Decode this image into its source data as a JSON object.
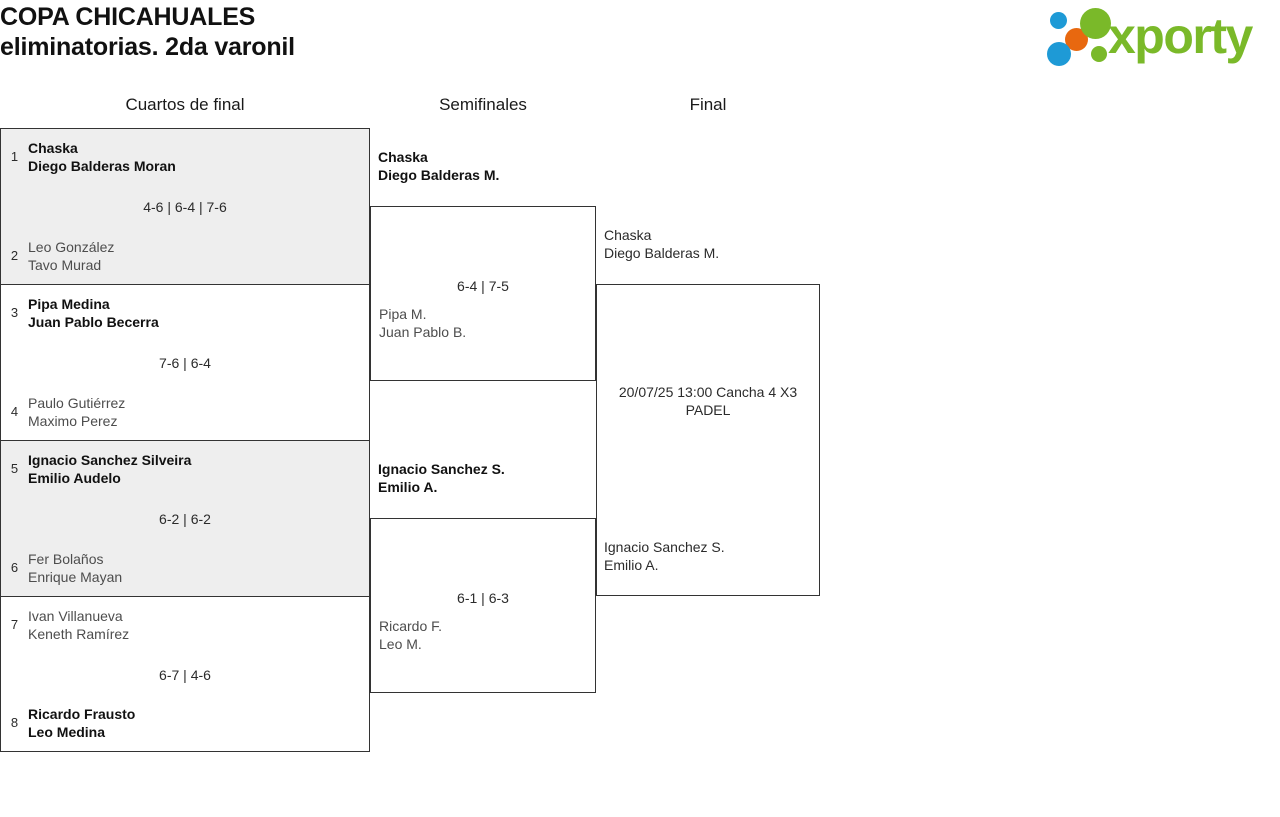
{
  "header": {
    "title_line1": "COPA CHICAHUALES",
    "title_line2": "eliminatorias. 2da varonil",
    "logo_text": "xporty",
    "logo_colors": {
      "green": "#7ab929",
      "blue": "#1e9ad6",
      "orange": "#e8680f"
    }
  },
  "rounds": [
    {
      "label": "Cuartos de final"
    },
    {
      "label": "Semifinales"
    },
    {
      "label": "Final"
    }
  ],
  "quarterfinals": [
    {
      "score": "4-6 | 6-4 | 7-6",
      "top": {
        "seed": "1",
        "player1": "Chaska",
        "player2": "Diego Balderas Moran",
        "winner": true
      },
      "bottom": {
        "seed": "2",
        "player1": "Leo González",
        "player2": "Tavo Murad",
        "winner": false
      }
    },
    {
      "score": "7-6 | 6-4",
      "top": {
        "seed": "3",
        "player1": "Pipa Medina",
        "player2": "Juan Pablo Becerra",
        "winner": true
      },
      "bottom": {
        "seed": "4",
        "player1": "Paulo Gutiérrez",
        "player2": "Maximo Perez",
        "winner": false
      }
    },
    {
      "score": "6-2 | 6-2",
      "top": {
        "seed": "5",
        "player1": "Ignacio Sanchez Silveira",
        "player2": "Emilio Audelo",
        "winner": true
      },
      "bottom": {
        "seed": "6",
        "player1": "Fer Bolaños",
        "player2": "Enrique Mayan",
        "winner": false
      }
    },
    {
      "score": "6-7 | 4-6",
      "top": {
        "seed": "7",
        "player1": "Ivan Villanueva",
        "player2": "Keneth Ramírez",
        "winner": false
      },
      "bottom": {
        "seed": "8",
        "player1": "Ricardo Frausto",
        "player2": "Leo Medina",
        "winner": true
      }
    }
  ],
  "semifinals": [
    {
      "score": "6-4 | 7-5",
      "top": {
        "player1": "Chaska",
        "player2": "Diego Balderas M.",
        "winner": true
      },
      "bottom": {
        "player1": "Pipa M.",
        "player2": "Juan Pablo B.",
        "winner": false
      }
    },
    {
      "score": "6-1 | 6-3",
      "top": {
        "player1": "Ignacio Sanchez S.",
        "player2": "Emilio A.",
        "winner": true
      },
      "bottom": {
        "player1": "Ricardo F.",
        "player2": "Leo M.",
        "winner": false
      }
    }
  ],
  "final": {
    "top": {
      "player1": "Chaska",
      "player2": "Diego Balderas M."
    },
    "bottom": {
      "player1": "Ignacio Sanchez S.",
      "player2": "Emilio A."
    },
    "info_line1": "20/07/25 13:00 Cancha 4 X3",
    "info_line2": "PADEL"
  }
}
